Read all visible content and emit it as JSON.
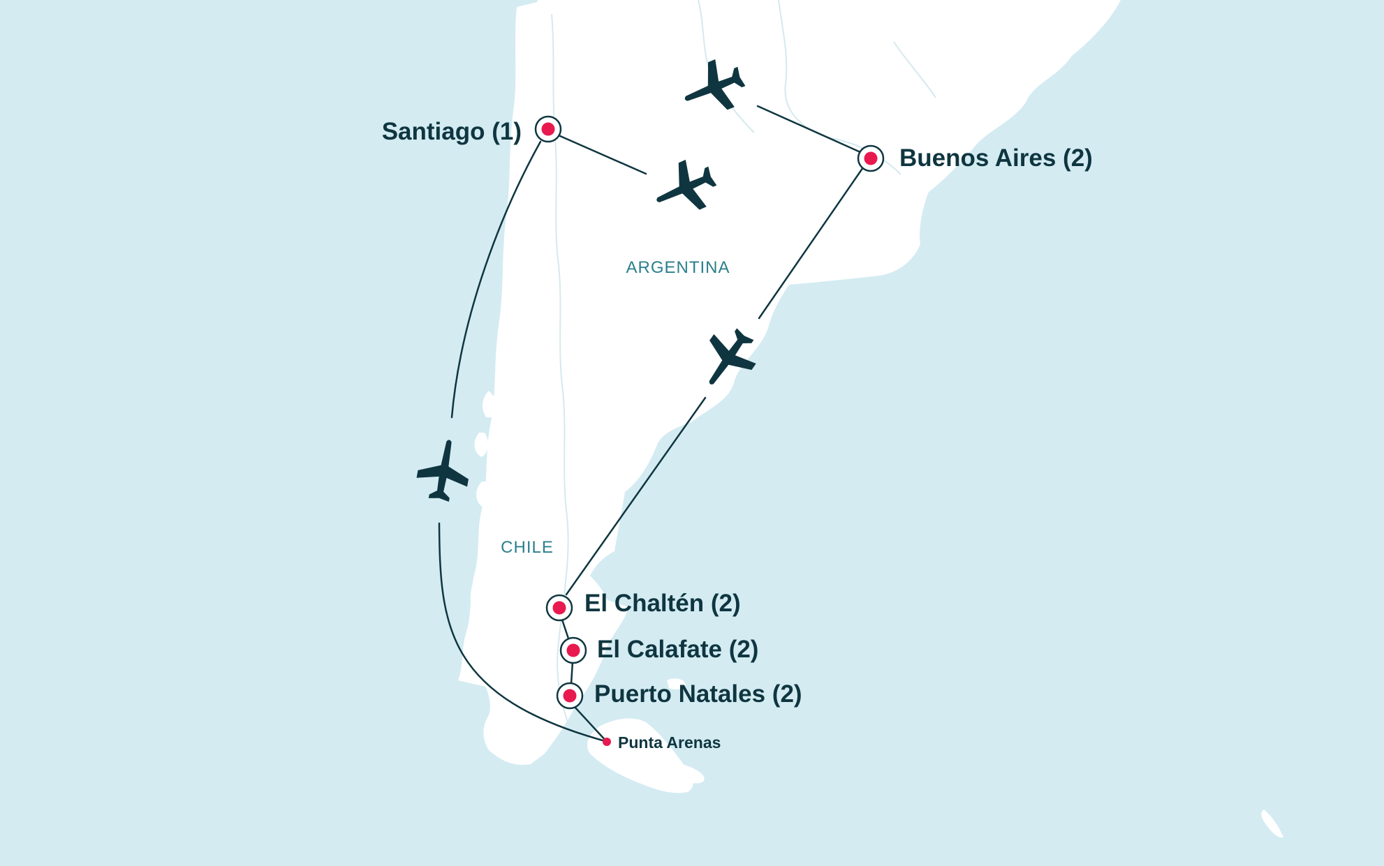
{
  "colors": {
    "ocean": "#d4ebf2",
    "land": "#ffffff",
    "border": "#c9e2ea",
    "route": "#0f3640",
    "stop": "#e8194f",
    "label": "#0f3640",
    "country": "#2b7f8c"
  },
  "countries": {
    "argentina": "ARGENTINA",
    "chile": "CHILE"
  },
  "stops": {
    "santiago": "Santiago (1)",
    "buenos_aires": "Buenos Aires (2)",
    "el_chalten": "El Chaltén (2)",
    "el_calafate": "El Calafate (2)",
    "puerto_natales": "Puerto Natales (2)"
  },
  "transit_points": {
    "punta_arenas": "Punta Arenas"
  },
  "route_legs": [
    {
      "from": "Santiago (1)",
      "to": "Buenos Aires (2)",
      "mode": "plane-icon"
    },
    {
      "from": "Buenos Aires (2)",
      "to": "El Chaltén (2)",
      "mode": "plane-icon"
    },
    {
      "from": "El Chaltén (2)",
      "to": "El Calafate (2)",
      "mode": "road"
    },
    {
      "from": "El Calafate (2)",
      "to": "Puerto Natales (2)",
      "mode": "road"
    },
    {
      "from": "Puerto Natales (2)",
      "to": "Punta Arenas",
      "mode": "road"
    },
    {
      "from": "Punta Arenas",
      "to": "Santiago (1)",
      "mode": "plane-icon"
    }
  ]
}
